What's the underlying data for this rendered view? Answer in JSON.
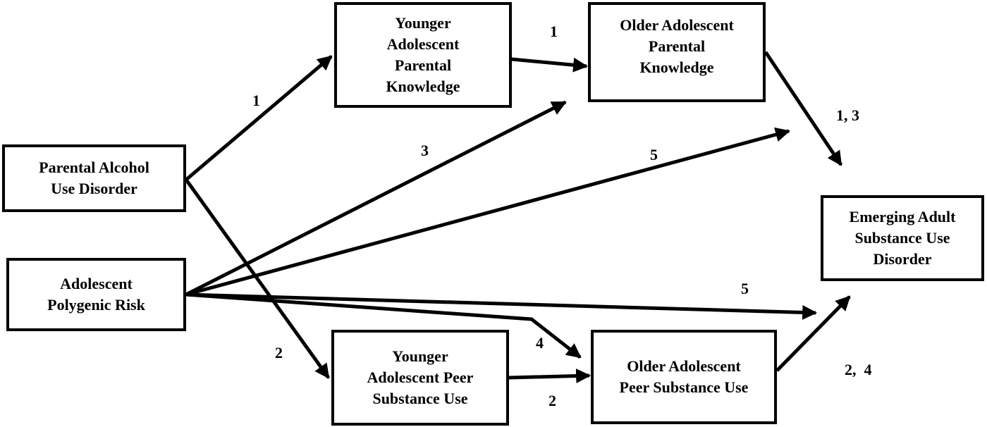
{
  "nodes": {
    "parental_aud": "Parental Alcohol\nUse Disorder",
    "polygenic_risk": "Adolescent\nPolygenic Risk",
    "younger_knowledge": "Younger\nAdolescent\nParental\nKnowledge",
    "older_knowledge": "Older Adolescent\nParental\nKnowledge",
    "younger_peer": "Younger\nAdolescent Peer\nSubstance Use",
    "older_peer": "Older Adolescent\nPeer Substance Use",
    "emerging_sud": "Emerging Adult\nSubstance Use\nDisorder"
  },
  "edge_labels": {
    "aud_to_younger_knowledge": "1",
    "younger_to_older_knowledge": "1",
    "older_knowledge_to_sud": "1, 3",
    "risk_to_older_knowledge": "3",
    "risk_to_sud_upper": "5",
    "aud_to_younger_peer": "2",
    "risk_to_sud_lower": "5",
    "risk_to_older_peer": "4",
    "younger_to_older_peer": "2",
    "older_peer_to_sud": "2,  4"
  }
}
